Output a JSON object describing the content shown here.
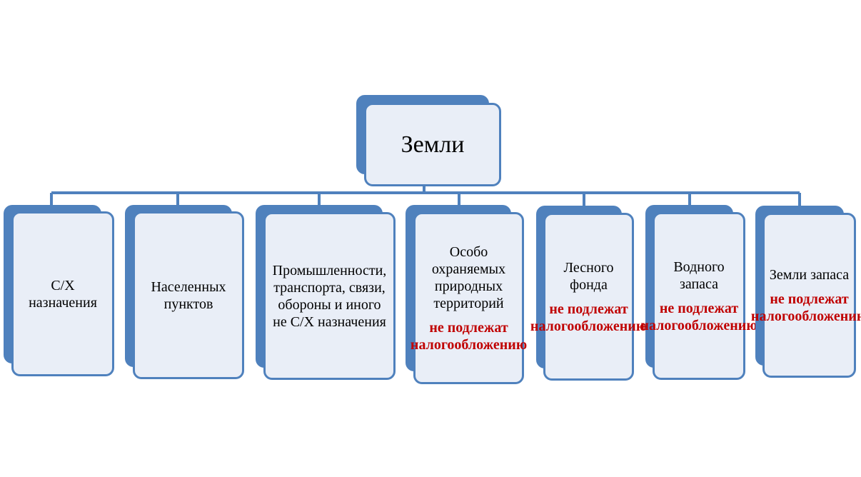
{
  "root": {
    "label": "Земли"
  },
  "categories": [
    {
      "label": "С/Х назначения",
      "note": ""
    },
    {
      "label": "Населенных пунктов",
      "note": ""
    },
    {
      "label": "Промышленности, транспорта, связи, обороны и иного не С/Х назначения",
      "note": ""
    },
    {
      "label": "Особо охраняемых природных территорий",
      "note": "не подлежат налогообложению"
    },
    {
      "label": "Лесного фонда",
      "note": "не подлежат налогообложению"
    },
    {
      "label": "Водного запаса",
      "note": "не подлежат налогообложению"
    },
    {
      "label": "Земли запаса",
      "note": "не подлежат налогообложению"
    }
  ],
  "colors": {
    "accent": "#4f81bd",
    "fill": "#e9eef7",
    "note": "#c00000"
  }
}
